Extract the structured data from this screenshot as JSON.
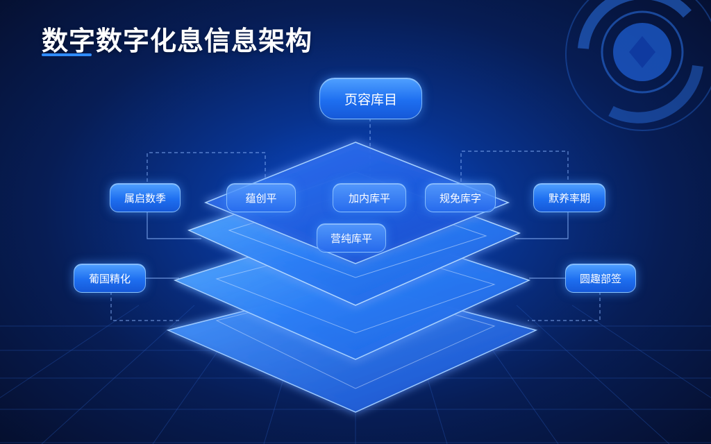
{
  "title": "数字数字化息信息架构",
  "top_node": "页容库目",
  "layer_nodes": [
    "蕴创平",
    "加内库平",
    "规免库字",
    "营纯库平"
  ],
  "left_nodes": [
    "属启数季",
    "葡国精化"
  ],
  "right_nodes": [
    "默养率期",
    "圆趣部签"
  ],
  "colors": {
    "background_dark": "#050f2e",
    "background_mid": "#08338f",
    "accent": "#2f8bff",
    "node_fill": "#1e6ff0",
    "layer_fill": "#2a7cff"
  },
  "icons": [
    "circular-dial-icon"
  ]
}
